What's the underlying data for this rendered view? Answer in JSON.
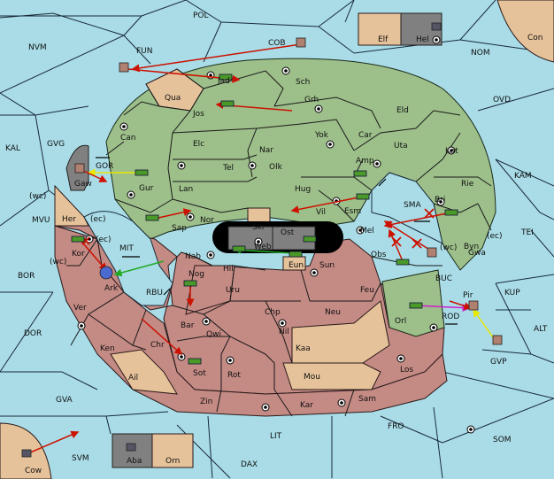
{
  "colors": {
    "sea": "#a9dce7",
    "green_power": "#9dbf8a",
    "red_power": "#c48a84",
    "neutral": "#e6c29a",
    "grey_power": "#808080",
    "move_arrow": "#cc1100",
    "support_arrow": "#22aa22",
    "yellow_arrow": "#e8e800",
    "magenta_arrow": "#cc22cc"
  },
  "labels": {
    "POL": "POL",
    "NVM": "NVM",
    "FUN": "FUN",
    "COB": "COB",
    "NOM": "NOM",
    "Con": "Con",
    "Elf": "Elf",
    "Hel": "Hel",
    "OVD": "OVD",
    "Jad": "Jad",
    "Qua": "Qua",
    "Sch": "Sch",
    "Grh": "Grh",
    "Jos": "Jos",
    "Eld": "Eld",
    "Can": "Can",
    "Yok": "Yok",
    "Car": "Car",
    "Uta": "Uta",
    "Kat": "Kat",
    "KAM": "KAM",
    "KAL": "KAL",
    "GVG": "GVG",
    "Elc": "Elc",
    "Nar": "Nar",
    "Tel": "Tel",
    "Olk": "Olk",
    "Amp": "Amp",
    "Rie": "Rie",
    "GOR": "GOR",
    "Gaw": "Gaw",
    "Gur": "Gur",
    "Lan": "Lan",
    "Hug": "Hug",
    "Bri": "Bri",
    "SMA": "SMA",
    "wc1": "(wc)",
    "MVU": "MVU",
    "Her": "Her",
    "ec1": "(ec)",
    "Nor": "Nor",
    "Vil": "Vil",
    "Esm": "Esm",
    "Sap": "Sap",
    "Skr": "Skr",
    "Ost": "Ost",
    "Mel": "Mel",
    "Byn": "Byn",
    "ec2": "(ec)",
    "TEI": "TEI",
    "ec3": "(ec)",
    "Kor": "Kor",
    "MIT": "MIT",
    "Web": "Web",
    "wc2": "(wc)",
    "Obs": "Obs",
    "wc3": "(wc)",
    "Gwa": "Gwa",
    "Nab": "Nab",
    "Eun": "Eun",
    "Sun": "Sun",
    "BOR": "BOR",
    "Ark": "Ark",
    "Hil": "Hil",
    "Nog": "Nog",
    "RBU": "RBU",
    "BUC": "BUC",
    "KUP": "KUP",
    "Uru": "Uru",
    "Feu": "Feu",
    "Pir": "Pir",
    "Ver": "Ver",
    "Chp": "Chp",
    "Neu": "Neu",
    "Orl": "Orl",
    "ROD": "ROD",
    "DOR": "DOR",
    "Bar": "Bar",
    "Qwi": "Qwi",
    "Nil": "Nil",
    "ALT": "ALT",
    "Ken": "Ken",
    "Chr": "Chr",
    "Kaa": "Kaa",
    "GVP": "GVP",
    "Ail": "Ail",
    "Sot": "Sot",
    "Rot": "Rot",
    "Mou": "Mou",
    "Los": "Los",
    "GVA": "GVA",
    "Zin": "Zin",
    "Kar": "Kar",
    "Sam": "Sam",
    "FRO": "FRO",
    "LIT": "LIT",
    "SOM": "SOM",
    "SVM": "SVM",
    "Aba": "Aba",
    "Orn": "Orn",
    "DAX": "DAX",
    "Cow": "Cow"
  }
}
